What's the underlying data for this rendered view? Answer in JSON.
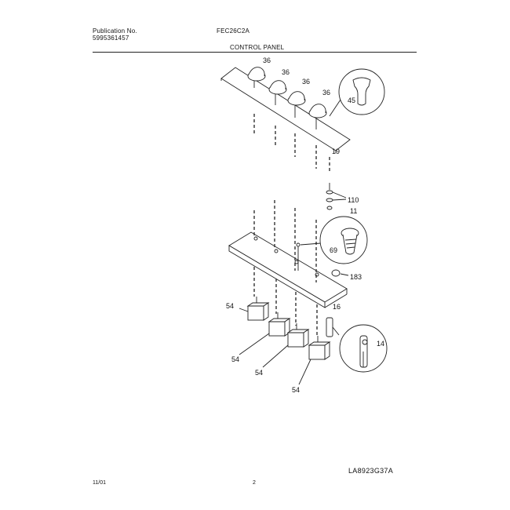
{
  "header": {
    "publication_label": "Publication No.",
    "publication_number": "5995361457",
    "model": "FEC26C2A",
    "section_title": "CONTROL PANEL"
  },
  "callouts": {
    "knob_1": "36",
    "knob_2": "36",
    "knob_3": "36",
    "knob_4": "36",
    "knob_detail": "45",
    "top_panel": "19",
    "washer": "110",
    "nut": "11",
    "screw_detail": "69",
    "clip": "183",
    "bracket": "16",
    "switch_1": "54",
    "switch_2": "54",
    "switch_3": "54",
    "switch_4": "54",
    "light_detail": "14"
  },
  "footer": {
    "date": "11/01",
    "page": "2",
    "drawing_id": "LA8923G37A"
  }
}
